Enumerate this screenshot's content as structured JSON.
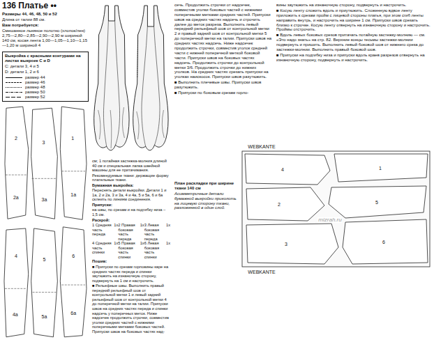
{
  "diagram": {
    "title": "136 Платье ••",
    "nodes": [
      {
        "text": [
          "Выкройка с красными контурами на листах выкроек C и D",
          "C: детали 3, 4 и 5",
          "D: детали 1, 2 и 6"
        ]
      }
    ],
    "labels": [
      "Размеры 44, 46, 48, 50 и 52",
      "Длина от талии 88 см.",
      "Вам потребуется:",
      "Смешанное льняное полотно (хлопок/лен) 2,75—2,80—2,85—2,90—2,90 м шириной 140 см, косая лента 1,00—1,05—1,10—1,15—1,20 м шириной 4",
      "2",
      "2а",
      "3",
      "3а",
      "1",
      "1а",
      "4",
      "4а",
      "5",
      "5а",
      "6",
      "6а",
      "см; 1 потайная застежка-молния длиной 40 см и специальная лапка швейной машины для ее притачивания.",
      "Рекомендуемые ткани: держащие форму плательные ткани.",
      "Бумажная выкройка:",
      "Переснять детали выкройки. Детали 1 и 1а, 2 и 2а, 3 и 3а, 4 и 4а, 5 и 5а, 6 и 6а склеить по линиям соединения.",
      "Припуски:",
      "на швы, по срезам и на подгибку низа – 1,5 см.",
      "Раскрой:",
      "1 Средняя часть переда",
      "1x",
      "2 Правая боковая часть переда",
      "1x",
      "3 Левая боковая часть переда",
      "1x",
      "4 Средняя часть спинки",
      "1x",
      "5 Правая боковая часть спинки",
      "1x",
      "6 Левая боковая часть спинки",
      "1x",
      "Пошив:",
      "■ Припуски по срезам горловины каре на средних частях переда и спинки заутюжить на изнаночную сторону, подвернуть на 1 см и настрочить.",
      "■ Рельефные швы. Выполнить правый передний рельефный шов от контрольной метки 1 и левый задний рельефный шов от контрольной метки 4 до поперечной метки на талии. Припуски швов на средних частях переда и спинки надсечь у поперечных меток. Ниже надсечек продолжить строчки, совместив уголки средних частей с нижними поперечными метками боковых частей. Припуски швов на боковых частях над-",
      "сечь. Продолжить строчки от надсечек, совместив уголки боковых частей с нижними поперечными метками средних частей. Припуски швов на средних частях надсечь и строчить далее до меток разреза. Выполнить левый передний рельефный шов от контрольной метки 2 и правый задний шов от контрольной метки 5 до поперечной метки на талии. Припуски швов на средних частях надсечь. Ниже надсечек продолжить строчки, совместив уголок средней части с нижней поперечной меткой боковой части. Припуски швов на боковых частях надсечь. Продолжить строчки до контрольной метки 3/6. Продолжить строчки до нижних уголков. На средних частях срезать припуски на уголках наискосок. Припуски швов разутюжить.",
      "■ Выполнить плечевые швы. Припуски швов разутюжить.",
      "■ Припуски по боковым срезам горло-",
      "План раскладки при ширине ткани 140 см",
      "Асимметричные детали бумажной выкройки приколоть на лицевую сторону ткани, разложенной в один слой.",
      "вины заутюжить на изнаночную сторону, подвернуть и настрочить.",
      "■ Косую ленту сложить вдоль и приутюжить. Сложенную вдвое ленту приложить к срезам пройм с лицевой стороны платья, при этом сгиб ленты направить внутрь, и настрочить на ширине 1 см. Припуски швов срезать близко к строчке. Косую ленту отвернуть на изнаночную сторону и настрочить. Проймы отстрочить.",
      "■ Вдоль левых боковых срезов притачать потайную застежку-молнию — см. «Это надо знать» на стр. 82. Верхние концы тесьмы застежки-молнии подвернуть и пришить. Выполнить левый боковой шов от нижнего среза до застежки-молнии. Выполнить правый боковой шов.",
      "■ Припуски на подгибку низа и припуски вдоль краев разрезов отвернуть на изнаночную сторону, подвернуть и настрочить.",
      "WEBKANTE",
      "WEBKANTE",
      "4",
      "1",
      "2",
      "5",
      "3",
      "6",
      "mizrah.ru"
    ],
    "legend": [
      {
        "text": "размер 44"
      },
      {
        "text": "размер 46"
      },
      {
        "text": "размер 48"
      },
      {
        "text": "размер 50"
      },
      {
        "text": "размер 52"
      }
    ]
  }
}
